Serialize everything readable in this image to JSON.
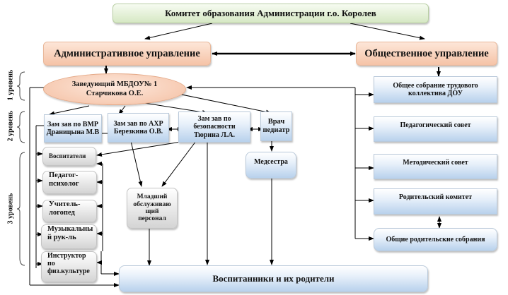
{
  "top": {
    "committee": "Комитет образования Администрации г.о. Королев"
  },
  "management": {
    "administrative": "Административное управление",
    "public": "Общественное управление"
  },
  "level1": {
    "head_line1": "Заведующий МБДОУ№ 1",
    "head_line2": "Старчикова О.Е."
  },
  "level2": {
    "deputy_vmr_line1": "Зам зав по ВМР",
    "deputy_vmr_line2": "Драницына М.В",
    "deputy_ahr_line1": "Зам зав по АХР",
    "deputy_ahr_line2": "Березкина О.В.",
    "deputy_safety_line1": "Зам зав по",
    "deputy_safety_line2": "безопасности",
    "deputy_safety_line3": "Тюрина Л.А.",
    "doctor_line1": "Врач",
    "doctor_line2": "педиатр"
  },
  "level3": {
    "teachers": "Воспитатели",
    "psychologist_line1": "Педагог-",
    "psychologist_line2": "психолог",
    "speech_line1": "Учитель-",
    "speech_line2": "логопед",
    "music_line1": "Музыкальны",
    "music_line2": "й рук-ль",
    "pe_line1": "Инструктор",
    "pe_line2": "по",
    "pe_line3": "физ.культуре",
    "junior_staff_line1": "Младший",
    "junior_staff_line2": "обслуживаю",
    "junior_staff_line3": "щий",
    "junior_staff_line4": "персонал",
    "nurse": "Медсестра"
  },
  "bottom": {
    "pupils_parents": "Воспитанники и их родители"
  },
  "public_bodies": {
    "general_meeting_line1": "Общее собрание трудового",
    "general_meeting_line2": "коллектива ДОУ",
    "pedagogical_council": "Педагогический совет",
    "methodical_council": "Методический совет",
    "parent_committee": "Родительский комитет",
    "parent_meetings": "Общие родительские собрания"
  },
  "levels": {
    "level1": "1 уровень",
    "level2": "2 уровень",
    "level3": "3 уровень"
  }
}
